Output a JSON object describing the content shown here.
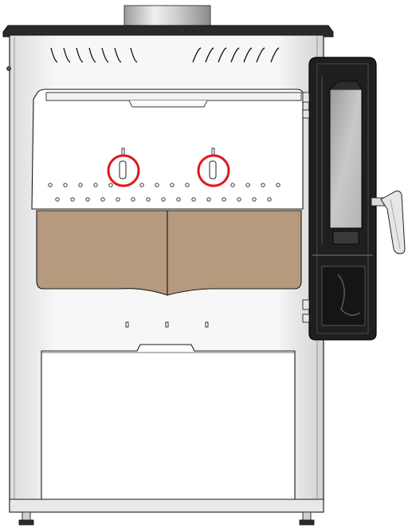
{
  "figure": {
    "subject": "stove-front-view-technical-drawing",
    "highlight_color": "#e3161b",
    "panel_fill": "#b59a7d",
    "door_frame_color": "#1f1f1f",
    "glass_color": "#b9b9b9",
    "body_stroke": "#1a1a1a",
    "body_fill": "#f4f4f4",
    "highlights_count": 2,
    "top_vent_slots_per_group": 6,
    "perforation_rows": 2
  }
}
